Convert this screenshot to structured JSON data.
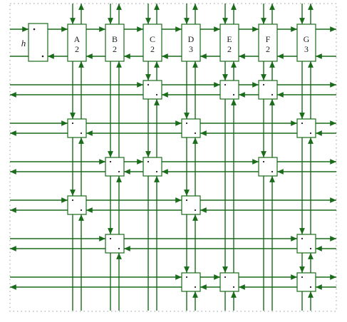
{
  "colors": {
    "wire": "#1a6b1a",
    "background": "#ffffff",
    "frame_dots": "#999999"
  },
  "h_label": "h",
  "columns": [
    {
      "name": "A",
      "value": "2"
    },
    {
      "name": "B",
      "value": "2"
    },
    {
      "name": "C",
      "value": "2"
    },
    {
      "name": "D",
      "value": "3"
    },
    {
      "name": "E",
      "value": "2"
    },
    {
      "name": "F",
      "value": "2"
    },
    {
      "name": "G",
      "value": "3"
    }
  ],
  "junction_rows": [
    [
      2,
      4,
      5
    ],
    [
      0,
      3,
      6
    ],
    [
      1,
      2,
      5
    ],
    [
      0,
      3
    ],
    [
      1,
      6
    ],
    [
      3,
      4,
      6
    ]
  ]
}
